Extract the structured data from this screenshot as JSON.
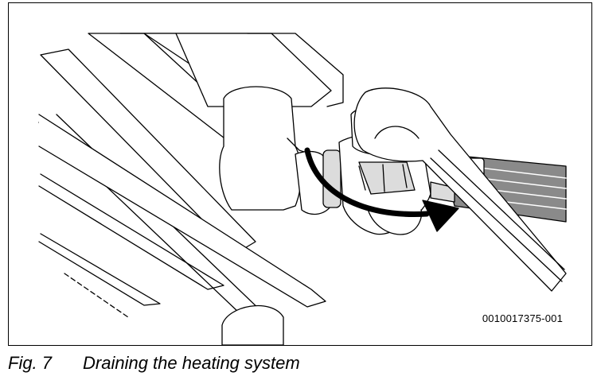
{
  "figure": {
    "id_code": "0010017375-001",
    "caption_label": "Fig. 7",
    "caption_title": "Draining the heating system"
  },
  "colors": {
    "line": "#000000",
    "background": "#ffffff",
    "hose_fill": "#8a8a8a",
    "shade_fill": "#dcdcdc"
  }
}
